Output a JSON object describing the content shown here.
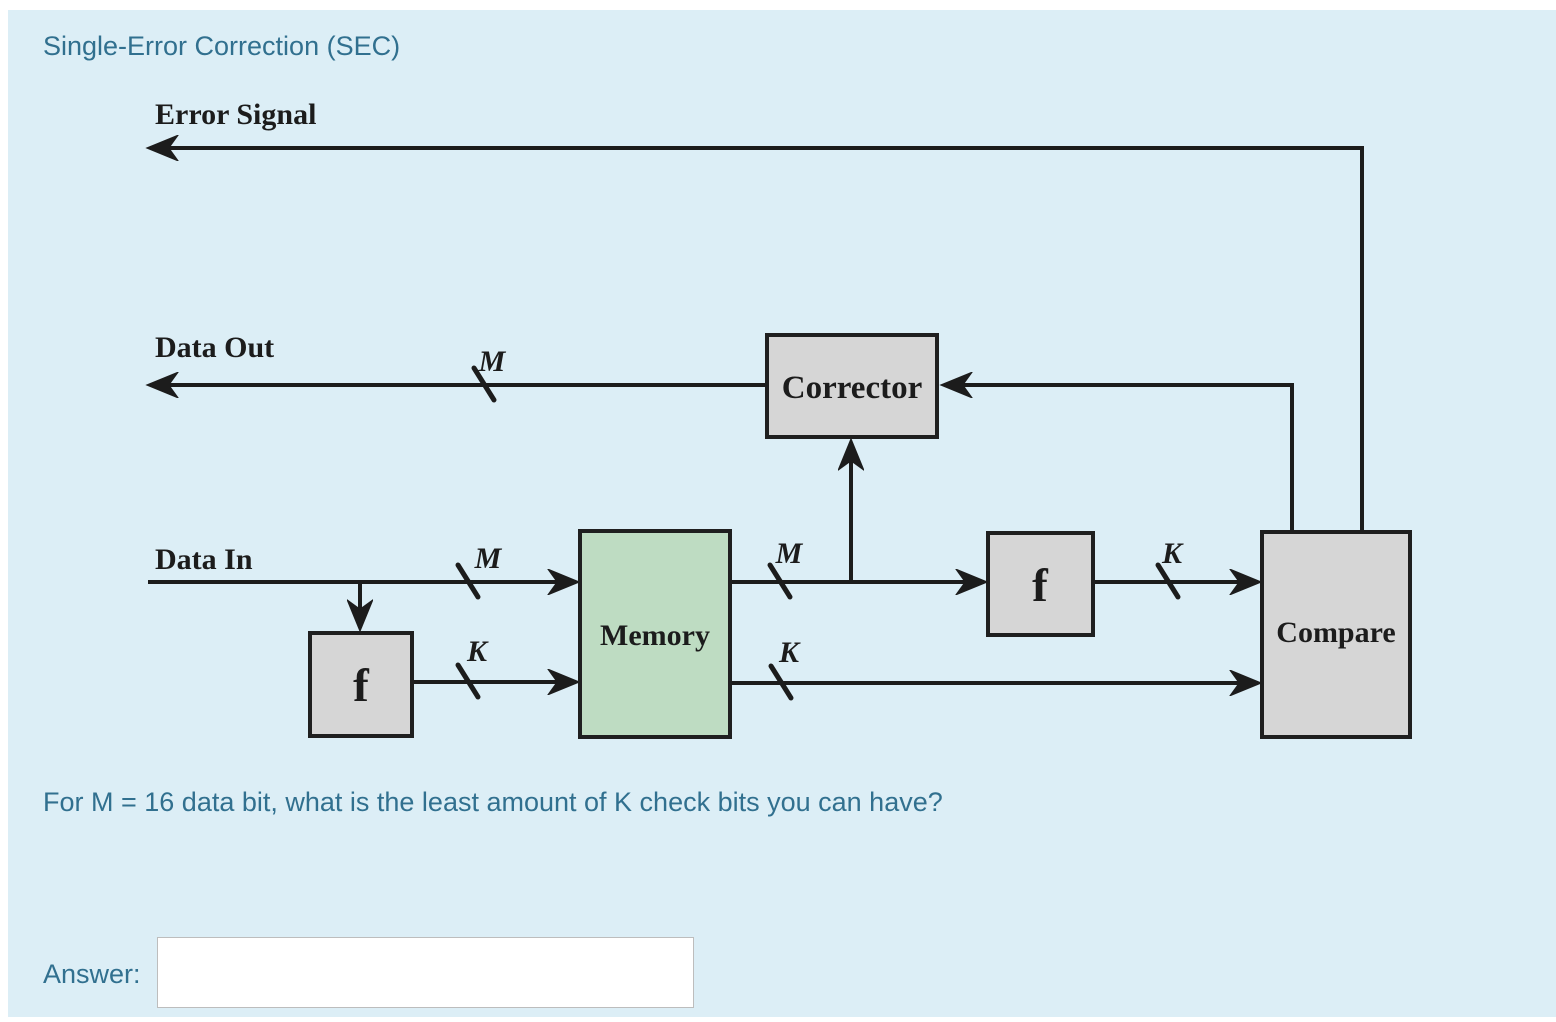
{
  "header": {
    "title": "Single-Error Correction (SEC)"
  },
  "diagram": {
    "signals": {
      "error_signal": "Error Signal",
      "data_out": "Data Out",
      "data_in": "Data In"
    },
    "blocks": {
      "corrector": "Corrector",
      "memory": "Memory",
      "compare": "Compare",
      "check_function_in": "f",
      "check_function_out": "f"
    },
    "bus_widths": {
      "m": "M",
      "k": "K"
    },
    "colors": {
      "background": "#dceef6",
      "block_fill": "#d6d6d6",
      "memory_fill": "#bedcc2",
      "line": "#1c1c1c",
      "text_accent": "#31708f"
    }
  },
  "question": {
    "text": "For M = 16 data bit, what is the least amount of K check bits you can have?"
  },
  "answer": {
    "label": "Answer:",
    "value": ""
  }
}
